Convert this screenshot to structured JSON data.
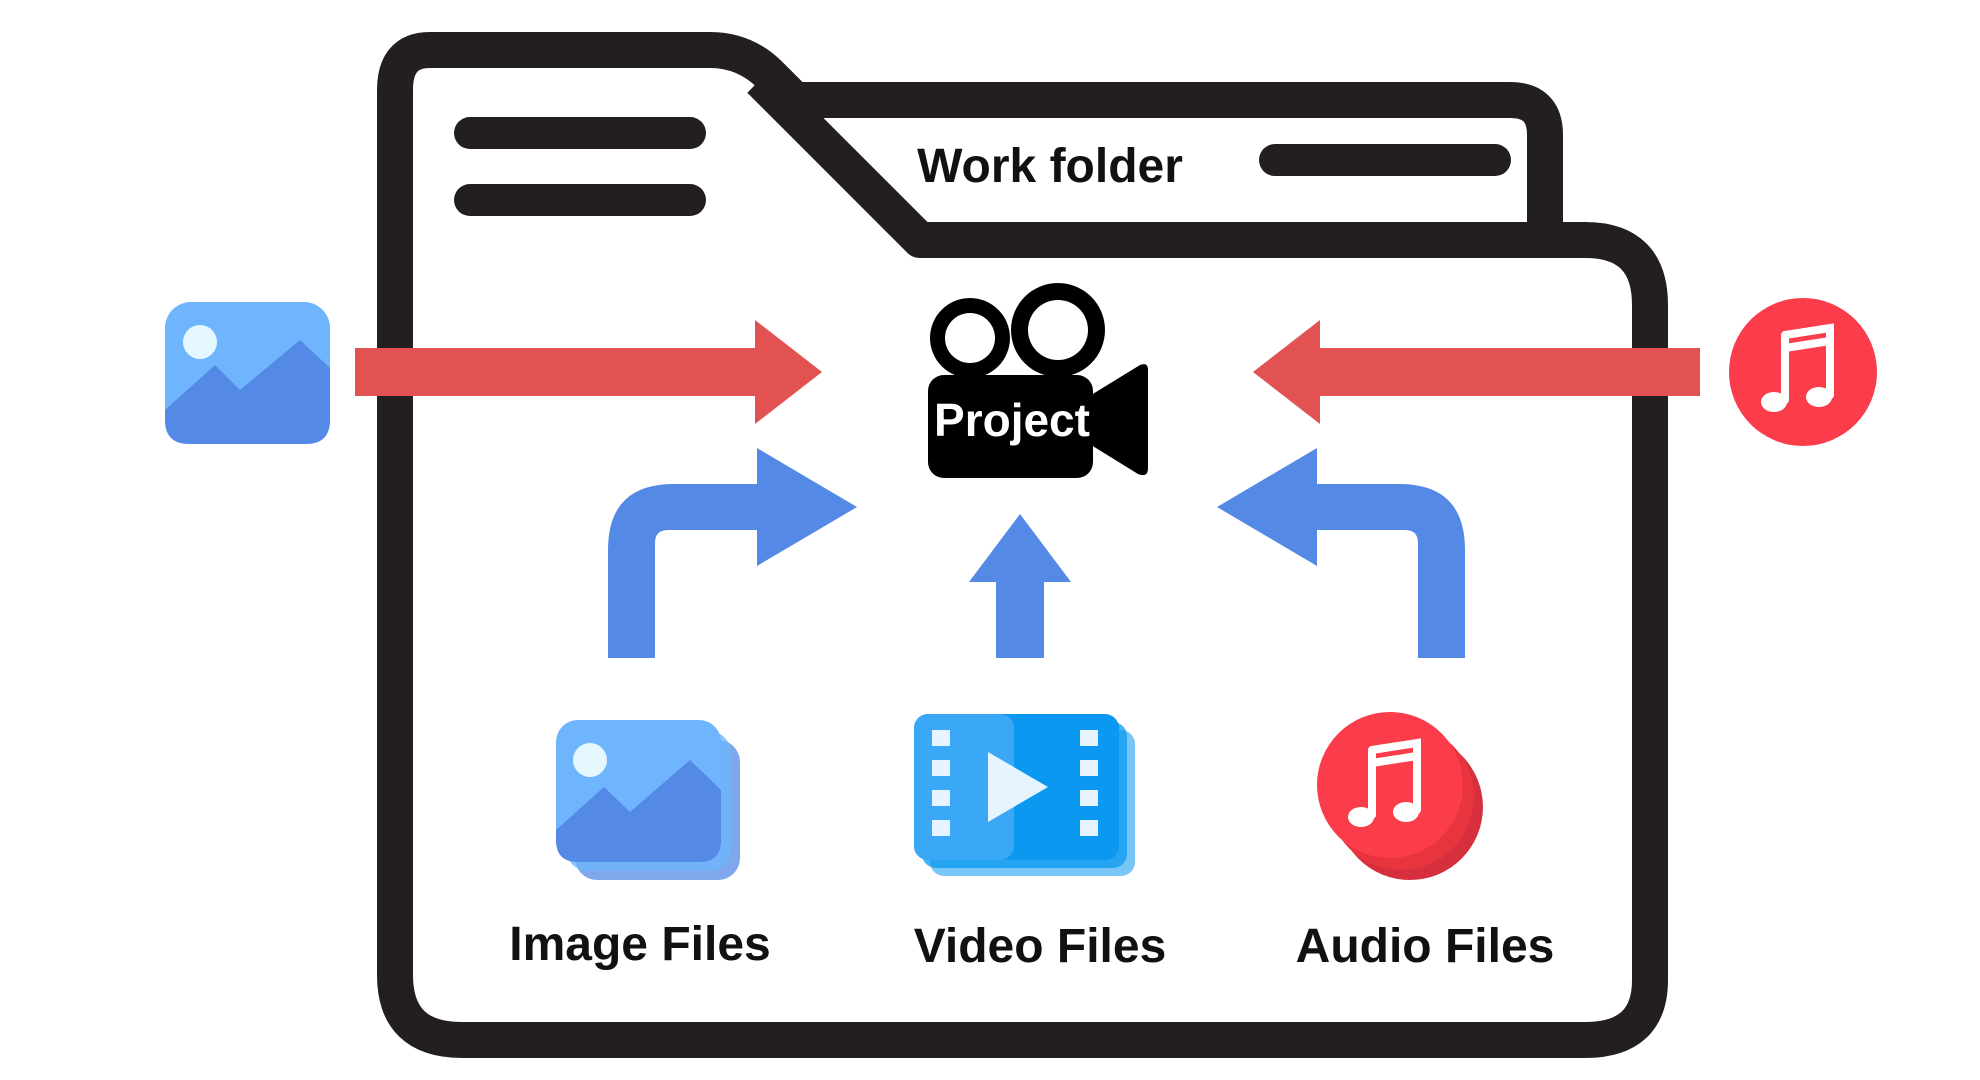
{
  "folder": {
    "title": "Work folder"
  },
  "project": {
    "label": "Project"
  },
  "files": {
    "image_label": "Image Files",
    "video_label": "Video Files",
    "audio_label": "Audio Files"
  },
  "icons": {
    "folder": "folder-icon",
    "camera": "video-camera-icon",
    "image": "image-icon",
    "image_stack": "image-files-stack-icon",
    "video_stack": "video-files-stack-icon",
    "audio": "music-note-icon",
    "audio_stack": "audio-files-stack-icon"
  },
  "colors": {
    "outline": "#231f20",
    "red_arrow": "#e35252",
    "blue_arrow": "#5489e6",
    "image_light": "#6fb5fd",
    "image_dark": "#5489e6",
    "video_blue": "#0a98f0",
    "audio_red": "#fb3c4b"
  }
}
